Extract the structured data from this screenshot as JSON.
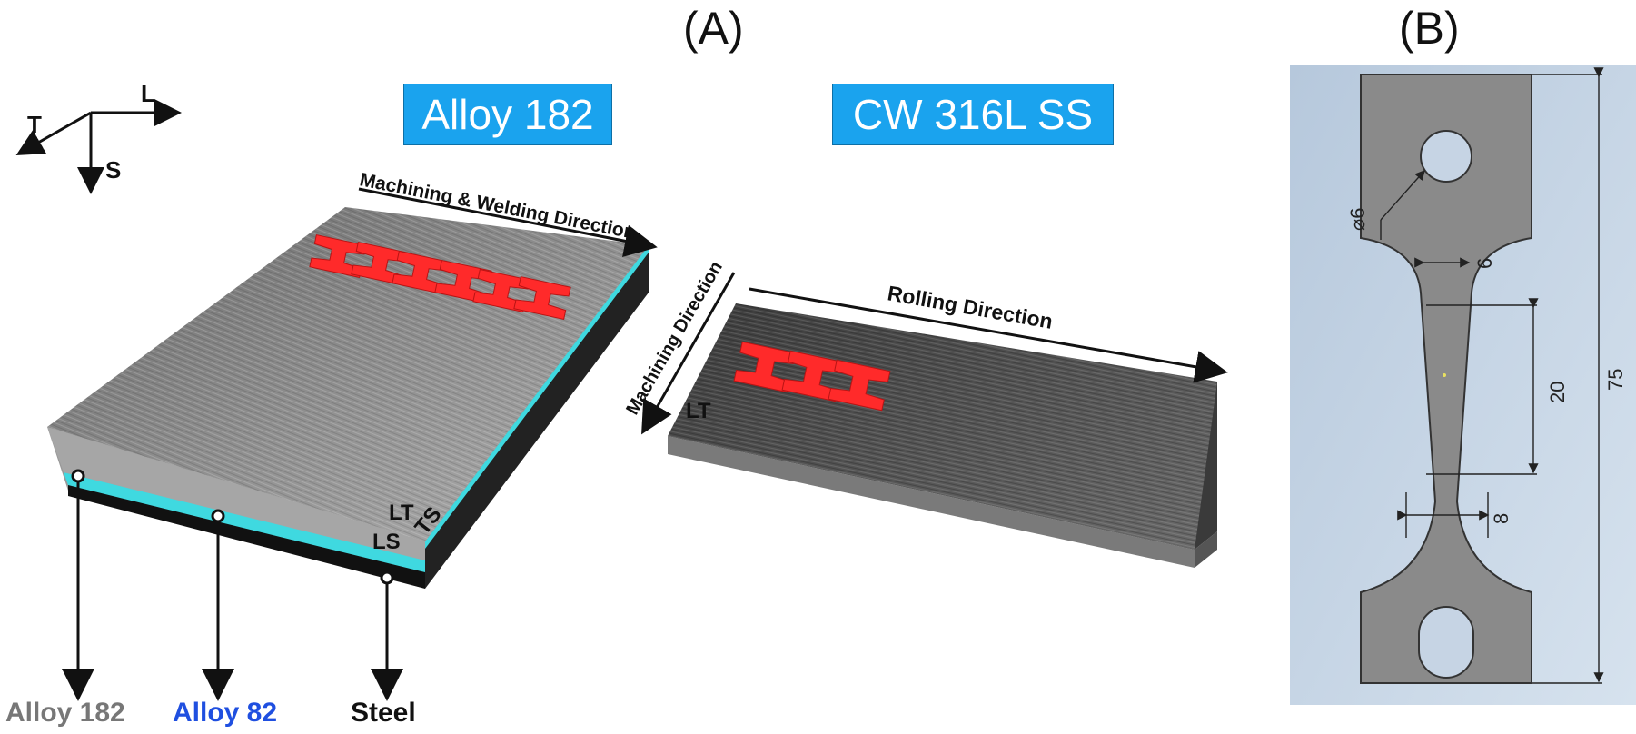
{
  "panels": {
    "a": "(A)",
    "b": "(B)"
  },
  "axes": {
    "t": "T",
    "l": "L",
    "s": "S"
  },
  "materials": {
    "left": "Alloy 182",
    "right": "CW 316L SS"
  },
  "directions": {
    "machining_welding": "Machining & Welding Direction",
    "rolling": "Rolling Direction",
    "machining": "Machining Direction"
  },
  "orientations": {
    "lt": "LT",
    "ts": "TS",
    "ls": "LS",
    "lt_right": "LT"
  },
  "layers": [
    {
      "label": "Alloy 182",
      "color": "#777777"
    },
    {
      "label": "Alloy 82",
      "color": "#1f4fe0"
    },
    {
      "label": "Steel",
      "color": "#111111"
    }
  ],
  "dimensions": {
    "hole_diameter": "⌀6",
    "neck_width": "6",
    "gauge_length": "20",
    "total_length": "75",
    "gauge_width": "8"
  },
  "colors": {
    "tag_bg": "#1aa3ee",
    "specimen": "#ff2a2a",
    "cladding": "#3fd9e0"
  }
}
